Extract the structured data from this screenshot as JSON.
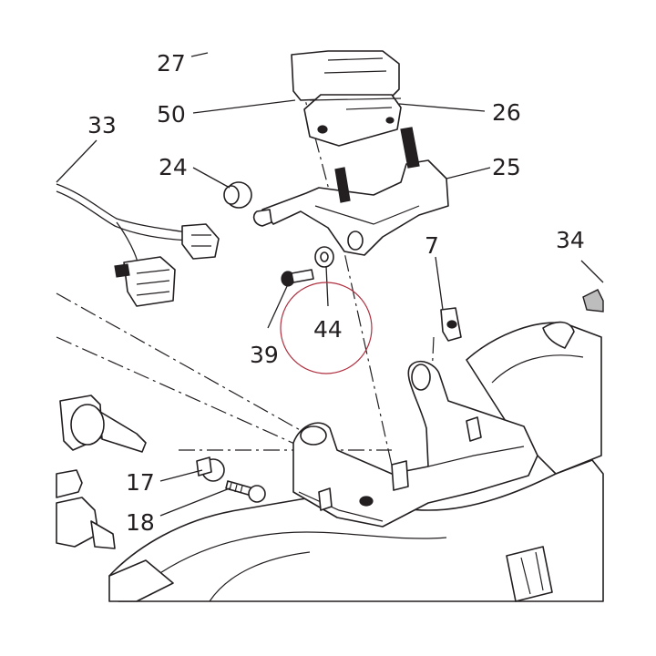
{
  "diagram": {
    "callouts": [
      {
        "id": "27",
        "label": "27"
      },
      {
        "id": "50",
        "label": "50"
      },
      {
        "id": "26",
        "label": "26"
      },
      {
        "id": "33",
        "label": "33"
      },
      {
        "id": "24",
        "label": "24"
      },
      {
        "id": "25",
        "label": "25"
      },
      {
        "id": "34",
        "label": "34"
      },
      {
        "id": "7",
        "label": "7"
      },
      {
        "id": "39",
        "label": "39"
      },
      {
        "id": "44",
        "label": "44"
      },
      {
        "id": "17",
        "label": "17"
      },
      {
        "id": "18",
        "label": "18"
      }
    ],
    "highlight": {
      "callout": "44",
      "color": "#b03040"
    },
    "line_color": "#231f20"
  }
}
